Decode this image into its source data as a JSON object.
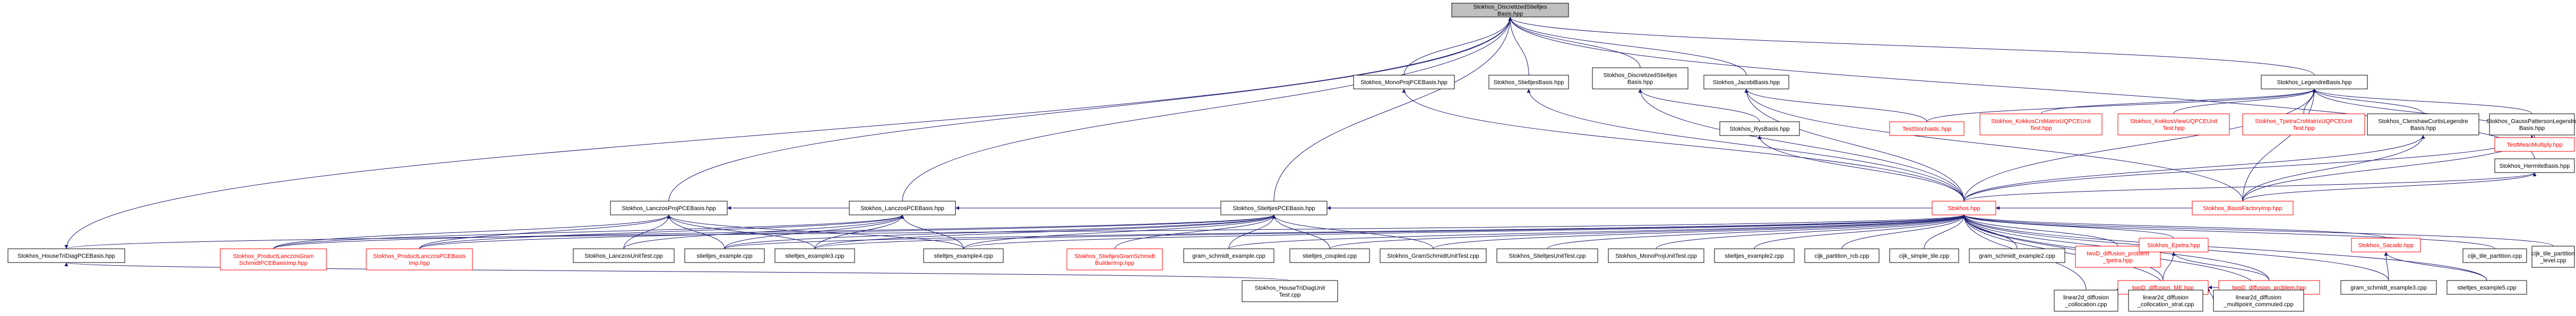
{
  "diagram": {
    "nodes": [
      {
        "id": "root",
        "lines": [
          "Stokhos_DiscretizedStieltjes",
          "Basis.hpp"
        ],
        "root": true
      },
      {
        "id": "monoproj",
        "lines": [
          "Stokhos_MonoProjPCEBasis.hpp"
        ]
      },
      {
        "id": "stieltjes",
        "lines": [
          "Stokhos_StieltjesBasis.hpp"
        ]
      },
      {
        "id": "discstieltjes",
        "lines": [
          "Stokhos_DiscretizedStieltjes",
          "Basis.hpp"
        ]
      },
      {
        "id": "jacobi",
        "lines": [
          "Stokhos_JacobiBasis.hpp"
        ]
      },
      {
        "id": "legendre",
        "lines": [
          "Stokhos_LegendreBasis.hpp"
        ]
      },
      {
        "id": "rysbasis",
        "lines": [
          "Stokhos_RysBasis.hpp"
        ]
      },
      {
        "id": "teststochastic",
        "lines": [
          "TestStochastic.hpp"
        ],
        "red": true
      },
      {
        "id": "kokkoscrsmatrix",
        "lines": [
          "Stokhos_KokkosCrsMatrixUQPCEUnit",
          "Test.hpp"
        ],
        "red": true
      },
      {
        "id": "kokkosview",
        "lines": [
          "Stokhos_KokkosViewUQPCEUnit",
          "Test.hpp"
        ],
        "red": true
      },
      {
        "id": "tpetracrsmatrix",
        "lines": [
          "Stokhos_TpetraCrsMatrixUQPCEUnit",
          "Test.hpp"
        ],
        "red": true
      },
      {
        "id": "clenshaw",
        "lines": [
          "Stokhos_ClenshawCurtisLegendre",
          "Basis.hpp"
        ]
      },
      {
        "id": "gausspatterson",
        "lines": [
          "Stokhos_GaussPattersonLegendre",
          "Basis.hpp"
        ]
      },
      {
        "id": "testmeanmultiply",
        "lines": [
          "TestMeanMultiply.hpp"
        ],
        "red": true
      },
      {
        "id": "hermite",
        "lines": [
          "Stokhos_HermiteBasis.hpp"
        ]
      },
      {
        "id": "lanczosproj",
        "lines": [
          "Stokhos_LanczosProjPCEBasis.hpp"
        ]
      },
      {
        "id": "lanczospce",
        "lines": [
          "Stokhos_LanczosPCEBasis.hpp"
        ]
      },
      {
        "id": "stieltjespce",
        "lines": [
          "Stokhos_StieltjesPCEBasis.hpp"
        ]
      },
      {
        "id": "stokhos",
        "lines": [
          "Stokhos.hpp"
        ],
        "red": true
      },
      {
        "id": "basisfactory",
        "lines": [
          "Stokhos_BasisFactoryImp.hpp"
        ],
        "red": true
      },
      {
        "id": "housetridiag",
        "lines": [
          "Stokhos_HouseTriDiagPCEBasis.hpp"
        ]
      },
      {
        "id": "productlanczosgram",
        "lines": [
          "Stokhos_ProductLanczosGram",
          "SchmidtPCEBasisImp.hpp"
        ],
        "red": true
      },
      {
        "id": "productlanczos",
        "lines": [
          "Stokhos_ProductLanczosPCEBasis",
          "Imp.hpp"
        ],
        "red": true
      },
      {
        "id": "lanczosunittest",
        "lines": [
          "Stokhos_LanczosUnitTest.cpp"
        ]
      },
      {
        "id": "stieltjes_example",
        "lines": [
          "stieltjes_example.cpp"
        ]
      },
      {
        "id": "stieltjes_example3",
        "lines": [
          "stieltjes_example3.cpp"
        ]
      },
      {
        "id": "stieltjes_example4",
        "lines": [
          "stieltjes_example4.cpp"
        ]
      },
      {
        "id": "stieltjesgram",
        "lines": [
          "Stokhos_StieltjesGramSchmidt",
          "BuilderImp.hpp"
        ],
        "red": true
      },
      {
        "id": "gram_schmidt_example",
        "lines": [
          "gram_schmidt_example.cpp"
        ]
      },
      {
        "id": "stieltjes_coupled",
        "lines": [
          "stieltjes_coupled.cpp"
        ]
      },
      {
        "id": "gramschmidtunittest",
        "lines": [
          "Stokhos_GramSchmidtUnitTest.cpp"
        ]
      },
      {
        "id": "stieltjesunittest",
        "lines": [
          "Stokhos_StieltjesUnitTest.cpp"
        ]
      },
      {
        "id": "monoprojunittest",
        "lines": [
          "Stokhos_MonoProjUnitTest.cpp"
        ]
      },
      {
        "id": "stieltjes_example2",
        "lines": [
          "stieltjes_example2.cpp"
        ]
      },
      {
        "id": "cijk_partition_rcb",
        "lines": [
          "cijk_partition_rcb.cpp"
        ]
      },
      {
        "id": "cijk_simple_tile",
        "lines": [
          "cijk_simple_tile.cpp"
        ]
      },
      {
        "id": "gram_schmidt_example2",
        "lines": [
          "gram_schmidt_example2.cpp"
        ]
      },
      {
        "id": "twod_diffusion_problem_tpetra",
        "lines": [
          "twoD_diffusion_problem",
          "_tpetra.hpp"
        ],
        "red": true
      },
      {
        "id": "epetra",
        "lines": [
          "Stokhos_Epetra.hpp"
        ],
        "red": true
      },
      {
        "id": "twod_diffusion_me",
        "lines": [
          "twoD_diffusion_ME.hpp"
        ],
        "red": true
      },
      {
        "id": "twod_diffusion_problem",
        "lines": [
          "twoD_diffusion_problem.hpp"
        ],
        "red": true
      },
      {
        "id": "sacado",
        "lines": [
          "Stokhos_Sacado.hpp"
        ],
        "red": true
      },
      {
        "id": "gram_schmidt_example3",
        "lines": [
          "gram_schmidt_example3.cpp"
        ]
      },
      {
        "id": "stieltjes_example5",
        "lines": [
          "stieltjes_example5.cpp"
        ]
      },
      {
        "id": "cijk_tile_partition",
        "lines": [
          "cijk_tile_partition.cpp"
        ]
      },
      {
        "id": "cijk_tile_partition_level",
        "lines": [
          "cijk_tile_partition",
          "_level.cpp"
        ]
      },
      {
        "id": "housetridiagunittest",
        "lines": [
          "Stokhos_HouseTriDiagUnit",
          "Test.cpp"
        ]
      },
      {
        "id": "linear2d_collocation",
        "lines": [
          "linear2d_diffusion",
          "_collocation.cpp"
        ]
      },
      {
        "id": "linear2d_collocation_strat",
        "lines": [
          "linear2d_diffusion",
          "_collocation_strat.cpp"
        ]
      },
      {
        "id": "linear2d_multipoint",
        "lines": [
          "linear2d_diffusion",
          "_multipoint_commuted.cpp"
        ]
      }
    ],
    "edges": [
      [
        "monoproj",
        "root"
      ],
      [
        "stieltjes",
        "root"
      ],
      [
        "discstieltjes",
        "root"
      ],
      [
        "jacobi",
        "root"
      ],
      [
        "legendre",
        "root"
      ],
      [
        "lanczosproj",
        "root"
      ],
      [
        "lanczospce",
        "root"
      ],
      [
        "stieltjespce",
        "root"
      ],
      [
        "housetridiag",
        "root"
      ],
      [
        "hermite",
        "root"
      ],
      [
        "rysbasis",
        "discstieltjes"
      ],
      [
        "stokhos",
        "discstieltjes"
      ],
      [
        "teststochastic",
        "jacobi"
      ],
      [
        "stokhos",
        "jacobi"
      ],
      [
        "basisfactory",
        "jacobi"
      ],
      [
        "teststochastic",
        "legendre"
      ],
      [
        "kokkoscrsmatrix",
        "legendre"
      ],
      [
        "kokkosview",
        "legendre"
      ],
      [
        "tpetracrsmatrix",
        "legendre"
      ],
      [
        "clenshaw",
        "legendre"
      ],
      [
        "gausspatterson",
        "legendre"
      ],
      [
        "testmeanmultiply",
        "legendre"
      ],
      [
        "stokhos",
        "legendre"
      ],
      [
        "basisfactory",
        "legendre"
      ],
      [
        "stokhos",
        "monoproj"
      ],
      [
        "stokhos",
        "stieltjes"
      ],
      [
        "stokhos",
        "rysbasis"
      ],
      [
        "stokhos",
        "clenshaw"
      ],
      [
        "basisfactory",
        "clenshaw"
      ],
      [
        "stokhos",
        "gausspatterson"
      ],
      [
        "basisfactory",
        "gausspatterson"
      ],
      [
        "stokhos",
        "hermite"
      ],
      [
        "basisfactory",
        "hermite"
      ],
      [
        "stokhos",
        "lanczosproj"
      ],
      [
        "productlanczosgram",
        "lanczosproj"
      ],
      [
        "productlanczos",
        "lanczosproj"
      ],
      [
        "lanczosunittest",
        "lanczosproj"
      ],
      [
        "stieltjes_example",
        "lanczosproj"
      ],
      [
        "stieltjes_example3",
        "lanczosproj"
      ],
      [
        "stieltjes_example4",
        "lanczosproj"
      ],
      [
        "stokhos",
        "lanczospce"
      ],
      [
        "productlanczosgram",
        "lanczospce"
      ],
      [
        "productlanczos",
        "lanczospce"
      ],
      [
        "lanczosunittest",
        "lanczospce"
      ],
      [
        "stieltjes_example",
        "lanczospce"
      ],
      [
        "stieltjes_example3",
        "lanczospce"
      ],
      [
        "stieltjes_example4",
        "lanczospce"
      ],
      [
        "stokhos",
        "stieltjespce"
      ],
      [
        "productlanczosgram",
        "stieltjespce"
      ],
      [
        "productlanczos",
        "stieltjespce"
      ],
      [
        "stieltjes_example",
        "stieltjespce"
      ],
      [
        "stieltjes_example3",
        "stieltjespce"
      ],
      [
        "stieltjes_example4",
        "stieltjespce"
      ],
      [
        "stieltjesgram",
        "stieltjespce"
      ],
      [
        "gram_schmidt_example",
        "stieltjespce"
      ],
      [
        "stieltjes_coupled",
        "stieltjespce"
      ],
      [
        "gramschmidtunittest",
        "stieltjespce"
      ],
      [
        "stokhos",
        "housetridiag"
      ],
      [
        "housetridiagunittest",
        "housetridiag"
      ],
      [
        "stieltjes_example",
        "stokhos"
      ],
      [
        "stieltjes_example3",
        "stokhos"
      ],
      [
        "stieltjes_example4",
        "stokhos"
      ],
      [
        "gram_schmidt_example",
        "stokhos"
      ],
      [
        "stieltjes_coupled",
        "stokhos"
      ],
      [
        "gramschmidtunittest",
        "stokhos"
      ],
      [
        "stieltjesunittest",
        "stokhos"
      ],
      [
        "monoprojunittest",
        "stokhos"
      ],
      [
        "stieltjes_example2",
        "stokhos"
      ],
      [
        "cijk_partition_rcb",
        "stokhos"
      ],
      [
        "cijk_simple_tile",
        "stokhos"
      ],
      [
        "gram_schmidt_example2",
        "stokhos"
      ],
      [
        "twod_diffusion_problem_tpetra",
        "stokhos"
      ],
      [
        "epetra",
        "stokhos"
      ],
      [
        "twod_diffusion_me",
        "stokhos"
      ],
      [
        "twod_diffusion_problem",
        "stokhos"
      ],
      [
        "sacado",
        "stokhos"
      ],
      [
        "gram_schmidt_example3",
        "stokhos"
      ],
      [
        "stieltjes_example5",
        "stokhos"
      ],
      [
        "cijk_tile_partition",
        "stokhos"
      ],
      [
        "cijk_tile_partition_level",
        "stokhos"
      ],
      [
        "linear2d_collocation",
        "stokhos"
      ],
      [
        "linear2d_collocation_strat",
        "stokhos"
      ],
      [
        "linear2d_multipoint",
        "stokhos"
      ],
      [
        "twod_diffusion_me",
        "epetra"
      ],
      [
        "twod_diffusion_problem",
        "epetra"
      ],
      [
        "twod_diffusion_problem",
        "twod_diffusion_me"
      ],
      [
        "linear2d_collocation",
        "twod_diffusion_me"
      ],
      [
        "linear2d_collocation_strat",
        "twod_diffusion_me"
      ],
      [
        "linear2d_multipoint",
        "twod_diffusion_me"
      ],
      [
        "gram_schmidt_example3",
        "sacado"
      ],
      [
        "stieltjes_example5",
        "sacado"
      ],
      [
        "basisfactory",
        "stokhos"
      ]
    ]
  }
}
